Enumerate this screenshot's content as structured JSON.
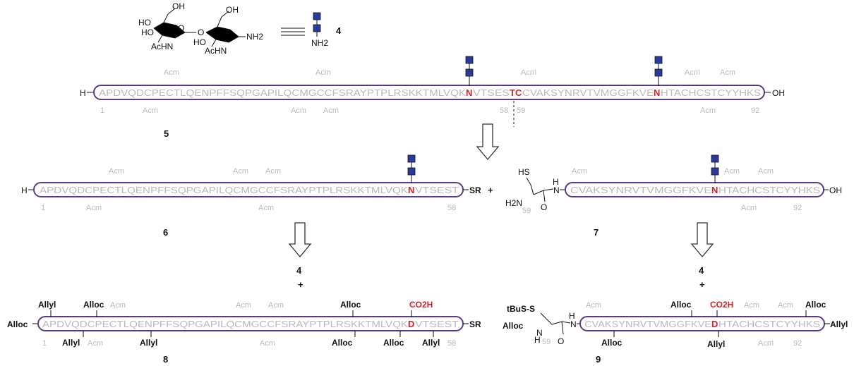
{
  "structure4": {
    "label": "4",
    "atoms": [
      "OH",
      "HO",
      "HO",
      "O",
      "O",
      "OH",
      "HO",
      "AcHN",
      "NH2",
      "AcHN"
    ],
    "glycan_nh2": "NH2"
  },
  "compound5": {
    "number": "5",
    "prefix": "H",
    "seq_a": "APDVQDCPECTLQENPFFSQPGAPILQCMGCCFSRAYPTPLRSKKTMLVQK",
    "red1": "N",
    "seq_b": "VTSES",
    "red2": "TC",
    "seq_c": "CVAKSYNRVTVMGGFKVE",
    "red3": "N",
    "seq_d": "HTACHCSTCYYHKS",
    "suffix": "OH",
    "acm": "Acm",
    "n_start": "1",
    "n_split": "58",
    "n_split2": "59",
    "n_end": "92"
  },
  "compound6": {
    "number": "6",
    "prefix": "H",
    "seq_a": "APDVQDCPECTLQENPFFSQPGAPILQCMGCCFSRAYPTPLRSKKTMLVQK",
    "red": "N",
    "seq_b": "VTSEST",
    "suffix": "SR",
    "n_start": "1",
    "n_end": "58"
  },
  "plus": "+",
  "compound7": {
    "number": "7",
    "hs": "HS",
    "h2n": "H2N",
    "o": "O",
    "nh": "N",
    "h": "H",
    "seq_a": "CVAKSYNRVTVMGGFKVE",
    "red": "N",
    "seq_b": "HTACHCSTCYYHKS",
    "suffix": "OH",
    "n_start": "59",
    "n_end": "92"
  },
  "compound8": {
    "number": "8",
    "prefix": "Alloc",
    "seq_a": "APDVQDCPECTLQENPFFSQPGAPILQCMGCCFSRAYPTPLRSKKTMLVQK",
    "red": "D",
    "seq_b": "VTSEST",
    "suffix": "SR",
    "co2h": "CO2H",
    "allyl": "Allyl",
    "alloc": "Alloc",
    "n_start": "1",
    "n_end": "58"
  },
  "compound9": {
    "number": "9",
    "tbus": "tBuS-S",
    "alloc": "Alloc",
    "nh": "N",
    "h": "H",
    "o": "O",
    "seq_a": "CVAKSYNRVTVMGGFKVE",
    "red": "D",
    "seq_b": "HTACHCSTCYYHKS",
    "suffix": "Allyl",
    "co2h": "CO2H",
    "allyl": "Allyl",
    "n_start": "59",
    "n_end": "92"
  },
  "reagent4": "4"
}
